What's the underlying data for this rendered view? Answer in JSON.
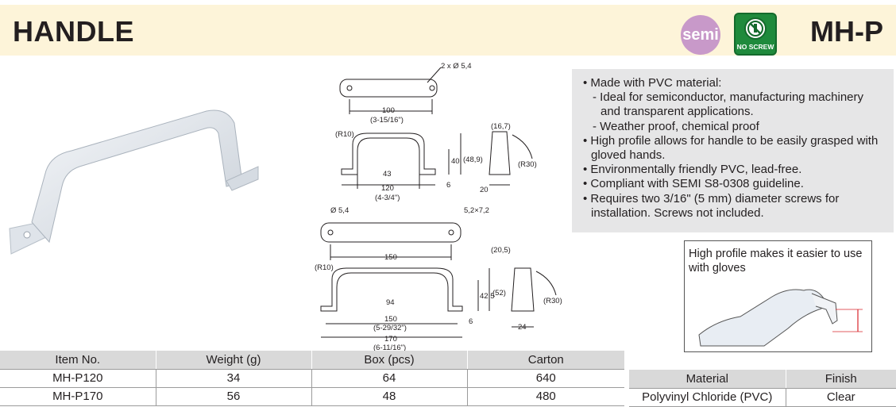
{
  "header": {
    "title": "HANDLE",
    "model": "MH-P",
    "badges": {
      "semi": "semi",
      "no_screw": "NO SCREW"
    }
  },
  "drawing_labels": {
    "top1_holes": "2 x Ø 5,4",
    "top1_width": "100",
    "top1_width_in": "(3-15/16\")",
    "side1_r10": "(R10)",
    "side1_inner": "43",
    "side1_total": "120",
    "side1_total_in": "(4-3/4\")",
    "side1_h40": "40",
    "side1_h489": "(48,9)",
    "side1_h6": "6",
    "end1_top": "(16,7)",
    "end1_r30": "(R30)",
    "end1_base": "20",
    "top2_hole": "Ø 5,4",
    "top2_slot": "5,2×7,2",
    "top2_width": "150",
    "side2_r10": "(R10)",
    "side2_inner": "94",
    "side2_h425": "42,5",
    "side2_h52": "(52)",
    "side2_h6": "6",
    "side2_mid": "150",
    "side2_mid_in": "(5-29/32\")",
    "side2_total": "170",
    "side2_total_in": "(6-11/16\")",
    "end2_top": "(20,5)",
    "end2_r30": "(R30)",
    "end2_base": "24"
  },
  "features": [
    {
      "text": "• Made with PVC material:",
      "sub": false
    },
    {
      "text": "- Ideal for semiconductor, manufacturing machinery and transparent applications.",
      "sub": true
    },
    {
      "text": "- Weather proof, chemical proof",
      "sub": true
    },
    {
      "text": "• High profile allows for handle to be easily grasped with gloved hands.",
      "sub": false
    },
    {
      "text": "• Environmentally friendly PVC, lead-free.",
      "sub": false
    },
    {
      "text": "• Compliant with SEMI S8-0308 guideline.",
      "sub": false
    },
    {
      "text": "• Requires two 3/16\" (5 mm) diameter screws for installation. Screws not included.",
      "sub": false
    }
  ],
  "inset": {
    "caption": "High profile makes it easier to use with gloves"
  },
  "items_table": {
    "headers": [
      "Item No.",
      "Weight (g)",
      "Box (pcs)",
      "Carton"
    ],
    "rows": [
      [
        "MH-P120",
        "34",
        "64",
        "640"
      ],
      [
        "MH-P170",
        "56",
        "48",
        "480"
      ]
    ]
  },
  "material_table": {
    "headers": [
      "Material",
      "Finish"
    ],
    "rows": [
      [
        "Polyvinyl Chloride (PVC)",
        "Clear"
      ]
    ]
  },
  "colors": {
    "header_bg": "#fdf4d9",
    "feature_bg": "#e6e6e7",
    "table_header_bg": "#d9d9d9",
    "semi_badge": "#c899c9",
    "no_screw_badge": "#1f8a3c"
  }
}
